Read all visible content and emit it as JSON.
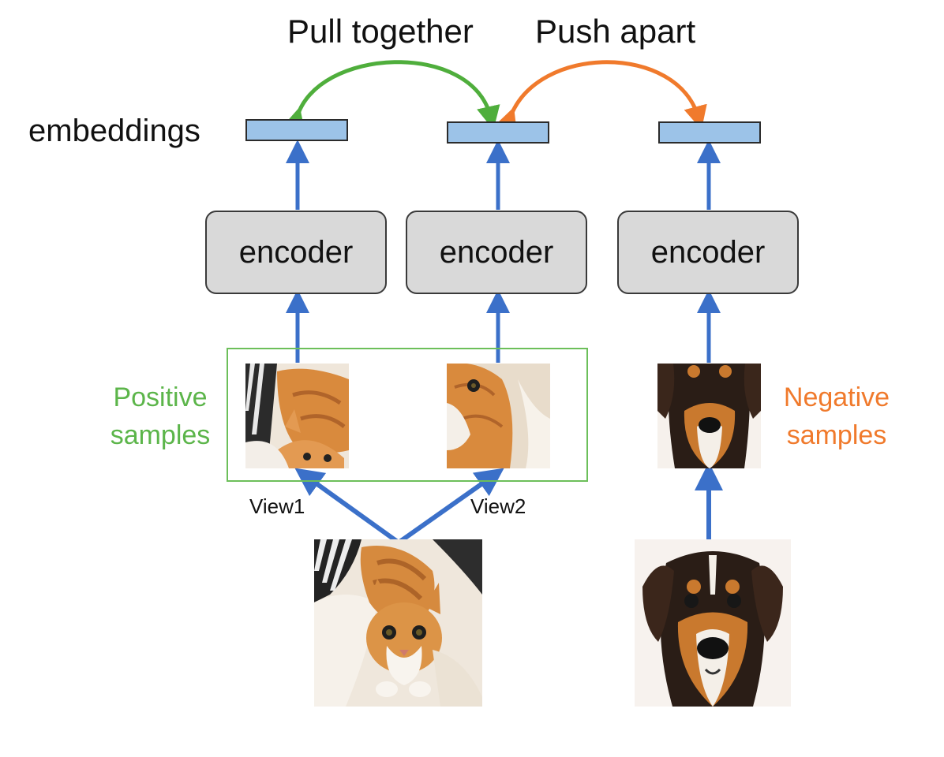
{
  "arrows": {
    "pull_label": "Pull together",
    "push_label": "Push apart",
    "pull_color": "#4fae3c",
    "push_color": "#f07a2c",
    "flow_color": "#3b70c9"
  },
  "embeddings_label": "embeddings",
  "encoders": [
    "encoder",
    "encoder",
    "encoder"
  ],
  "positive": {
    "label_line1": "Positive",
    "label_line2": "samples",
    "color": "#5cb54a"
  },
  "negative": {
    "label_line1": "Negative",
    "label_line2": "samples",
    "color": "#f07a2c"
  },
  "views": {
    "view1": "View1",
    "view2": "View2"
  },
  "images": {
    "cat": "cat-photo",
    "dog": "puppy-photo"
  }
}
